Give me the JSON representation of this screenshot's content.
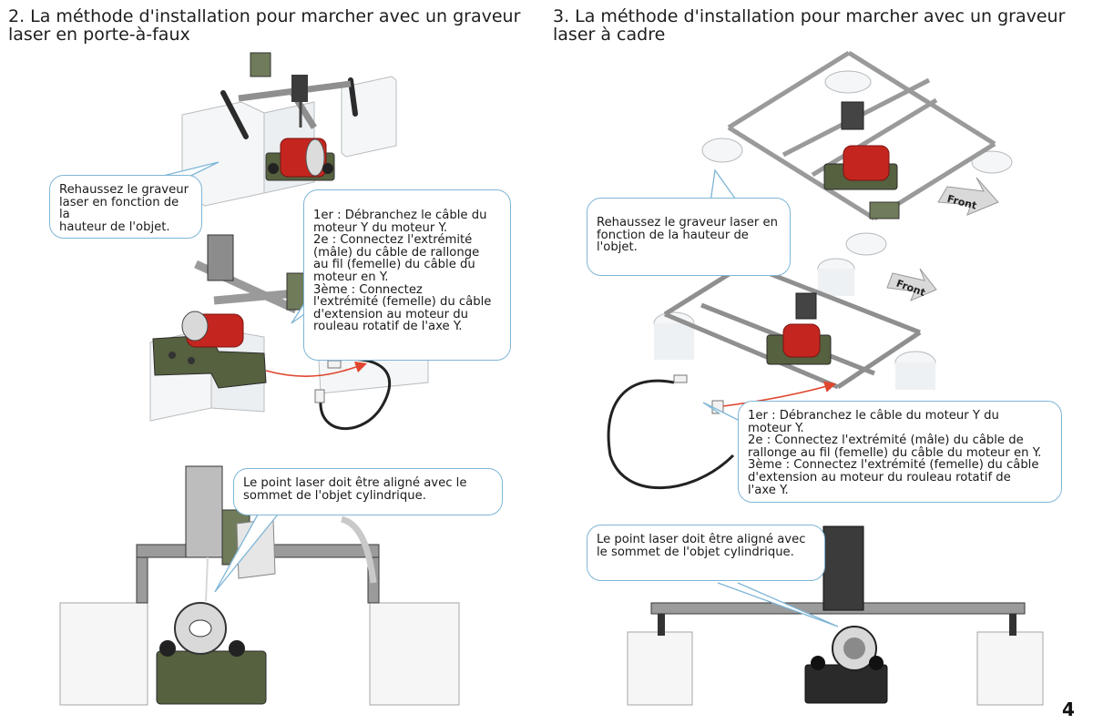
{
  "sections": [
    {
      "heading_lines": [
        "2. La méthode d'installation pour marcher avec un graveur",
        "laser en porte-à-faux"
      ],
      "callouts": {
        "raise": [
          "Rehaussez le graveur",
          "laser en fonction de la",
          "hauteur de l'objet."
        ],
        "steps": [
          "1er : Débranchez le câble du",
          "moteur Y du moteur Y.",
          "2e : Connectez l'extrémité",
          "(mâle) du câble de rallonge",
          "au fil (femelle) du câble du",
          "moteur en Y.",
          "3ème : Connectez",
          "l'extrémité (femelle) du câble",
          "d'extension au moteur du",
          "rouleau rotatif de l'axe Y."
        ],
        "align": [
          "Le point laser doit être aligné avec le",
          "sommet de l'objet cylindrique."
        ]
      }
    },
    {
      "heading_lines": [
        "3. La méthode d'installation pour marcher avec un graveur",
        "laser à cadre"
      ],
      "callouts": {
        "raise": [
          "Rehaussez le graveur laser en",
          "fonction de la hauteur de",
          "l'objet."
        ],
        "steps": [
          "1er : Débranchez le câble du moteur Y du",
          "moteur Y.",
          "2e : Connectez l'extrémité (mâle) du câble de",
          "rallonge au fil (femelle) du câble du moteur en Y.",
          "3ème : Connectez l'extrémité (femelle) du câble",
          "d'extension au moteur du rouleau rotatif de",
          "l'axe Y."
        ],
        "align": [
          "Le point laser doit être aligné avec",
          "le sommet de l'objet cylindrique."
        ]
      }
    }
  ],
  "front_labels": [
    "Front",
    "Front"
  ],
  "page_number": "4",
  "colors": {
    "callout_border": "#7fb6d6",
    "frame_dark": "#2b2b2b",
    "rail_gray": "#9a9a9a",
    "rotary_green": "#55613f",
    "cylinder_red": "#c4261f",
    "cable_red": "#e0452e"
  }
}
